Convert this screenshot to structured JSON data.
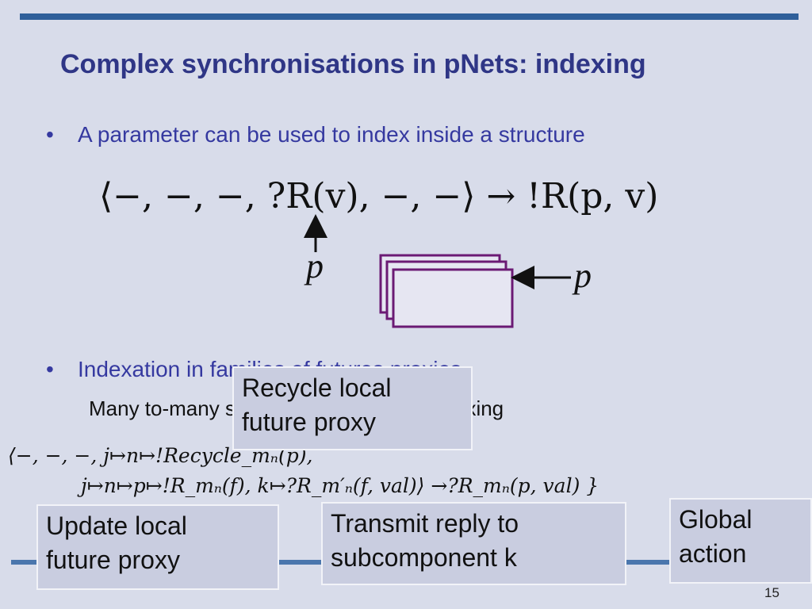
{
  "slide": {
    "title": "Complex synchronisations in pNets: indexing",
    "page_number": "15"
  },
  "bullets": [
    {
      "text": "A parameter can be used to index inside a structure"
    },
    {
      "text": "Indexation in families of futures proxies"
    }
  ],
  "sub_text": "Many to-many synchronisations with indexing",
  "formulas": {
    "main": "⟨−, −, −, ?R(v), −, −⟩  →  !R(p, v)",
    "param_left": "p",
    "param_right": "p",
    "sync_line_1": "⟨−, −, −, j↦n↦!Recycle_mₙ(p),",
    "sync_line_2": "j↦n↦p↦!R_mₙ(f), k↦?R_m′ₙ(f, val)⟩ →?R_mₙ(p, val) }"
  },
  "callouts": {
    "recycle": [
      "Recycle local",
      "future proxy"
    ],
    "update": [
      "Update local",
      "future proxy"
    ],
    "transmit": [
      "Transmit reply to",
      "subcomponent k"
    ],
    "global": [
      "Global",
      "action"
    ]
  },
  "colors": {
    "background": "#d8dcea",
    "title": "#2f3686",
    "bullet": "#3539a0",
    "accent_bar": "#2f5f9a",
    "stack_stroke": "#6b1a74",
    "callout_fill": "#c9cde0"
  }
}
